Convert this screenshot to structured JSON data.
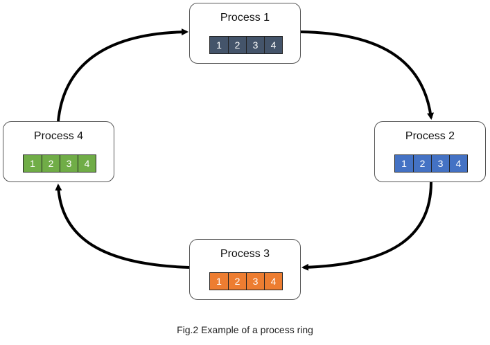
{
  "figure": {
    "caption": "Fig.2 Example of a process ring"
  },
  "processes": [
    {
      "title": "Process 1",
      "cells": [
        "1",
        "2",
        "3",
        "4"
      ],
      "color": "#44546a"
    },
    {
      "title": "Process 2",
      "cells": [
        "1",
        "2",
        "3",
        "4"
      ],
      "color": "#4472c4"
    },
    {
      "title": "Process 3",
      "cells": [
        "1",
        "2",
        "3",
        "4"
      ],
      "color": "#ed7d31"
    },
    {
      "title": "Process 4",
      "cells": [
        "1",
        "2",
        "3",
        "4"
      ],
      "color": "#70ad47"
    }
  ],
  "arrow_color": "#000000"
}
